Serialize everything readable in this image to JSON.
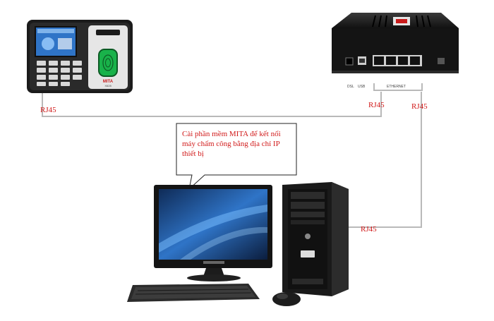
{
  "labels": {
    "rj45_device": "RJ45",
    "rj45_router_1": "RJ45",
    "rj45_router_2": "RJ45",
    "rj45_computer": "RJ45"
  },
  "callout": {
    "text": "Cài phần mềm MITA để kết nối máy chấm công bằng địa chỉ IP thiết bị"
  },
  "device": {
    "brand": "MITA",
    "model": "X628"
  },
  "router": {
    "port_label_dsl": "DSL",
    "port_label_usb": "USB",
    "port_label_lan": "ETHERNET"
  },
  "colors": {
    "label_red": "#d11a1a",
    "cable_gray": "#b9b9b9",
    "device_body": "#1b1b1b",
    "screen_blue": "#2f74c7",
    "accent_green": "#19b24a"
  }
}
